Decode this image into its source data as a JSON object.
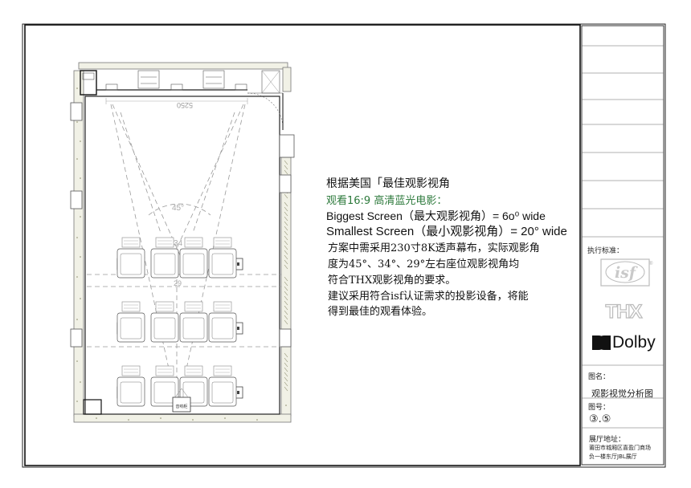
{
  "notes": {
    "title": "根据美国「最佳观影视角",
    "subtitle": "观看16:9 高清蓝光电影：",
    "biggest": "Biggest Screen（最大观影视角）= 6o⁰ wide",
    "smallest": "Smallest Screen（最小观影视角）= 20° wide",
    "paragraph": [
      "方案中需采用230寸8K透声幕布，实际观影角",
      "度为45°、34°、29°左右座位观影视角均",
      "符合THX观影视角的要求。",
      "建议采用符合isf认证需求的投影设备，将能",
      "得到最佳的观看体验。"
    ]
  },
  "plan": {
    "dimension": "5250",
    "angle_45": "45°",
    "angle_34": "34",
    "angle_29": "29",
    "equipment_label": "音响柜"
  },
  "title_block": {
    "exec_label": "执行标准：",
    "logos": [
      "isf-logo",
      "thx-logo",
      "dolby-logo"
    ],
    "dolby_text": "Dolby",
    "isf_text": "isf",
    "thx_text": "THX",
    "name_label": "图名：",
    "drawing_name": "观影视觉分析图",
    "fig_label": "图号：",
    "fig_no": "③.⑤",
    "addr_label": "展厅地址：",
    "addr_line1": "莆田市城厢区喜盈门商场",
    "addr_line2": "负一楼东厅JBL展厅"
  },
  "colors": {
    "green": "#2d7a3c",
    "line": "#222222",
    "hatch": "#8a8a6a",
    "dash": "#9a9a9a"
  }
}
